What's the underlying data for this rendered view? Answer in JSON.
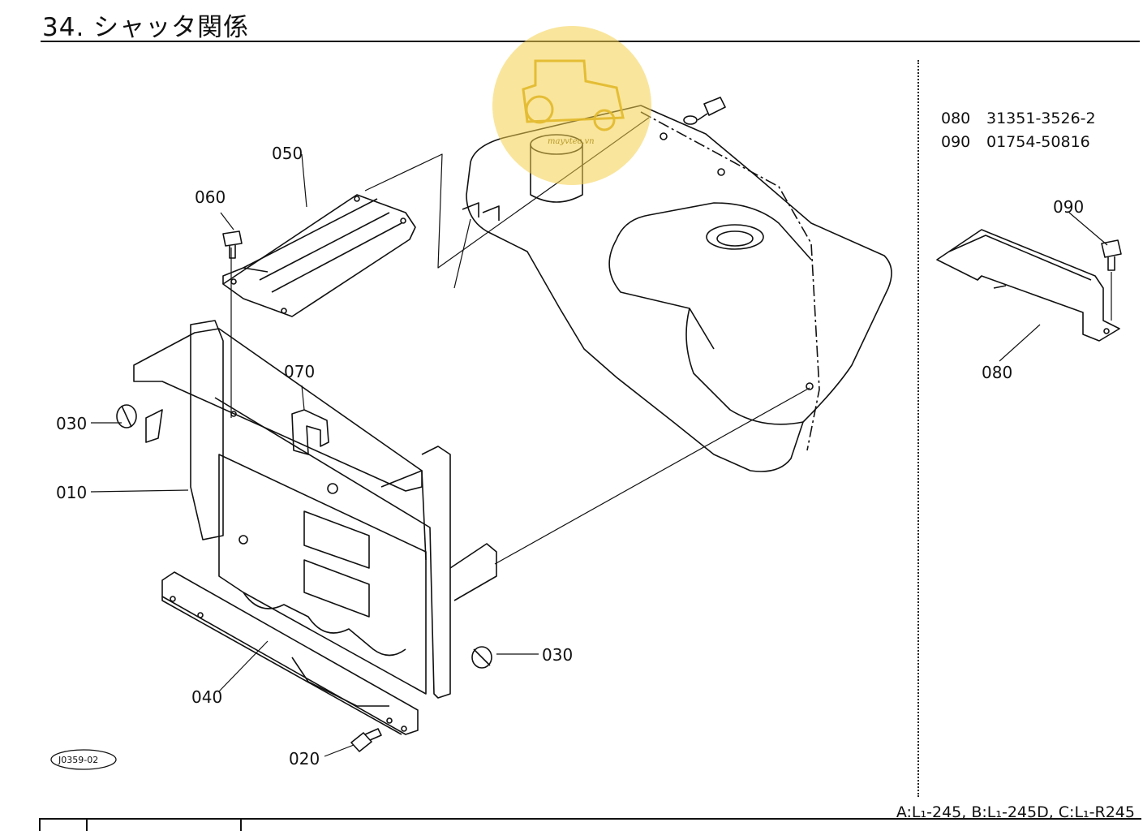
{
  "page": {
    "title": "34. シャッタ関係",
    "model_note": "A:L₁-245, B:L₁-245D, C:L₁-R245",
    "ref_code": "J0359-02",
    "watermark": "mayvtec.vn"
  },
  "callouts": [
    "050",
    "060",
    "070",
    "030",
    "010",
    "040",
    "030",
    "020"
  ],
  "side_panel": {
    "parts": [
      {
        "code": "080",
        "part_no": "31351-3526-2"
      },
      {
        "code": "090",
        "part_no": "01754-50816"
      }
    ],
    "callouts": [
      "090",
      "080"
    ]
  },
  "colors": {
    "line": "#111111",
    "watermark": "#f4d04a"
  }
}
